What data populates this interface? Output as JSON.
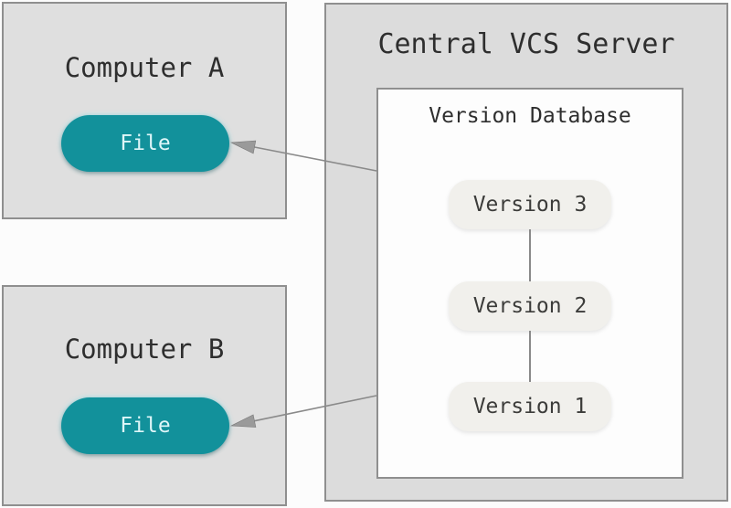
{
  "computer_a": {
    "title": "Computer A",
    "file_label": "File"
  },
  "computer_b": {
    "title": "Computer B",
    "file_label": "File"
  },
  "server": {
    "title": "Central VCS Server",
    "version_database": {
      "title": "Version Database",
      "versions": [
        "Version 3",
        "Version 2",
        "Version 1"
      ]
    }
  },
  "colors": {
    "background": "#fcfcfc",
    "box-fill": "#dfdfdf",
    "server-fill": "#dcdcdc",
    "panel-fill": "#fdfdfd",
    "border": "#8f8f8f",
    "file-pill": "#12919b",
    "file-text": "#def6f8",
    "version-pill": "#f1f0ec",
    "version-text": "#3c3c3a",
    "arrow": "#8a8a8a",
    "text": "#2e2e2e"
  }
}
